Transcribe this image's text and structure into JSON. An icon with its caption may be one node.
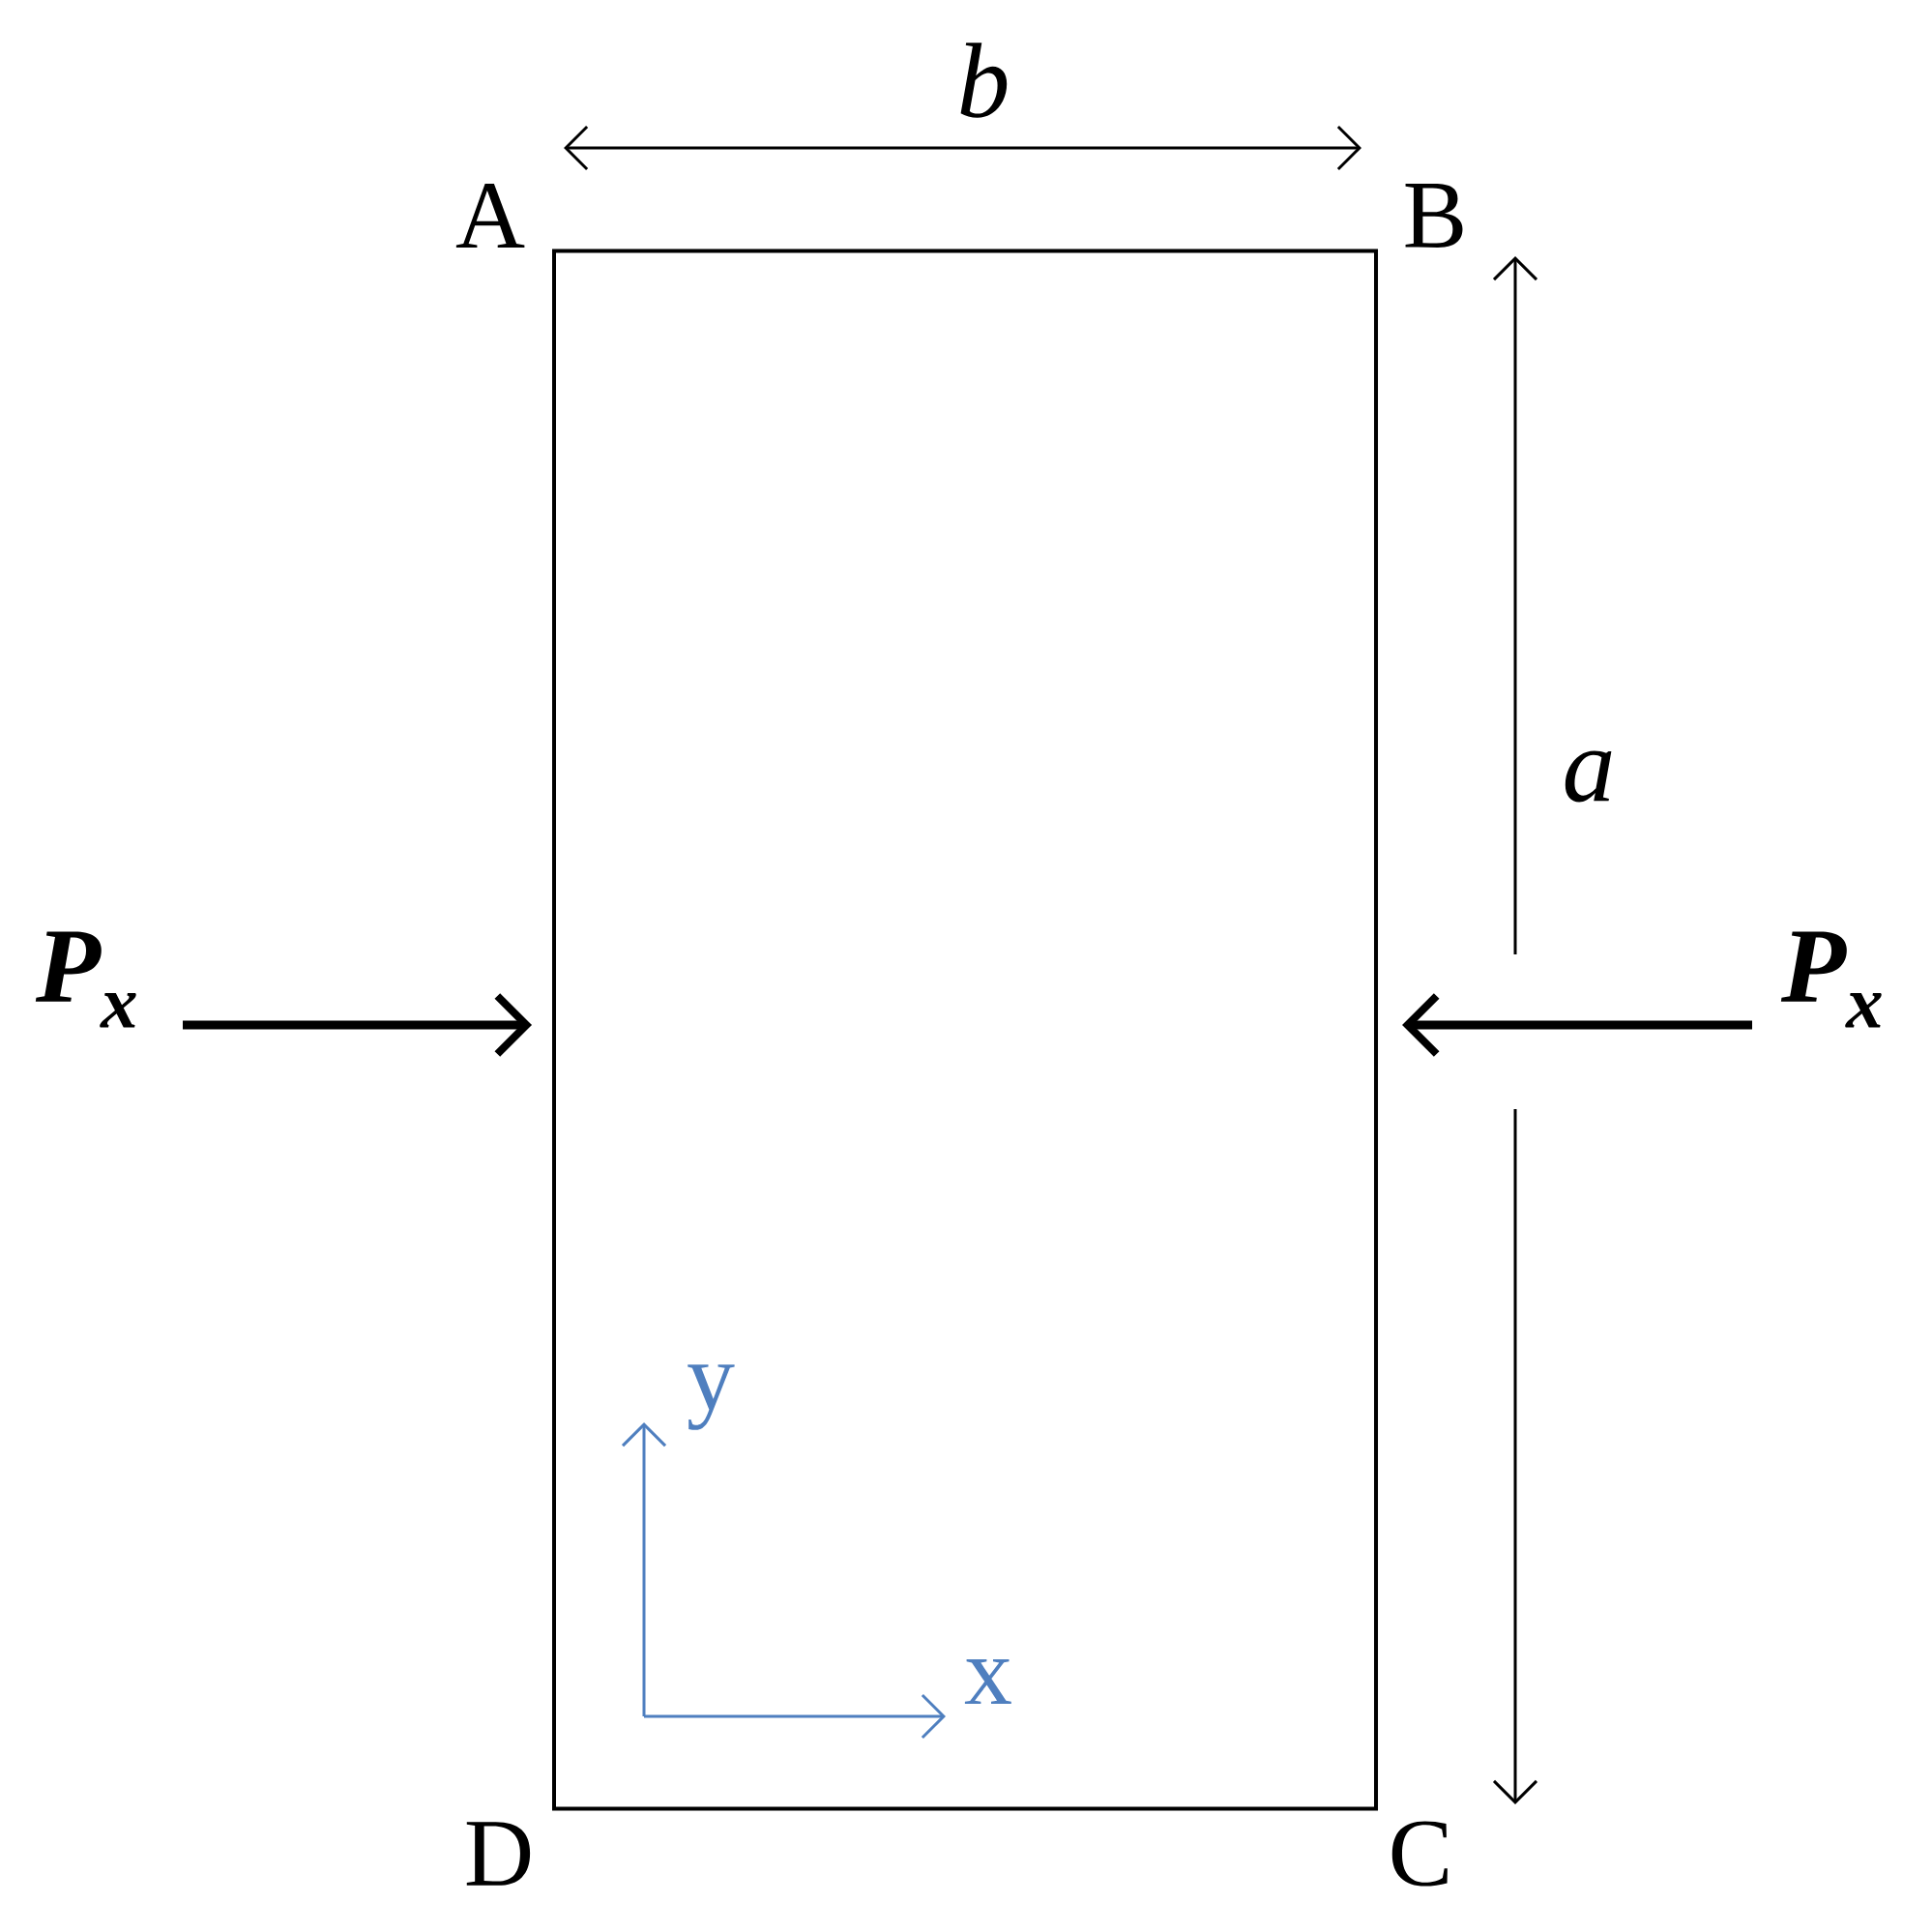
{
  "diagram": {
    "nodes": [
      {
        "text": [],
        "shape": "box"
      }
    ],
    "labels": [
      "b",
      "A",
      "B",
      "a",
      "P$_{x}$",
      "P$_{x}$",
      "y",
      "x",
      "D",
      "C"
    ]
  }
}
